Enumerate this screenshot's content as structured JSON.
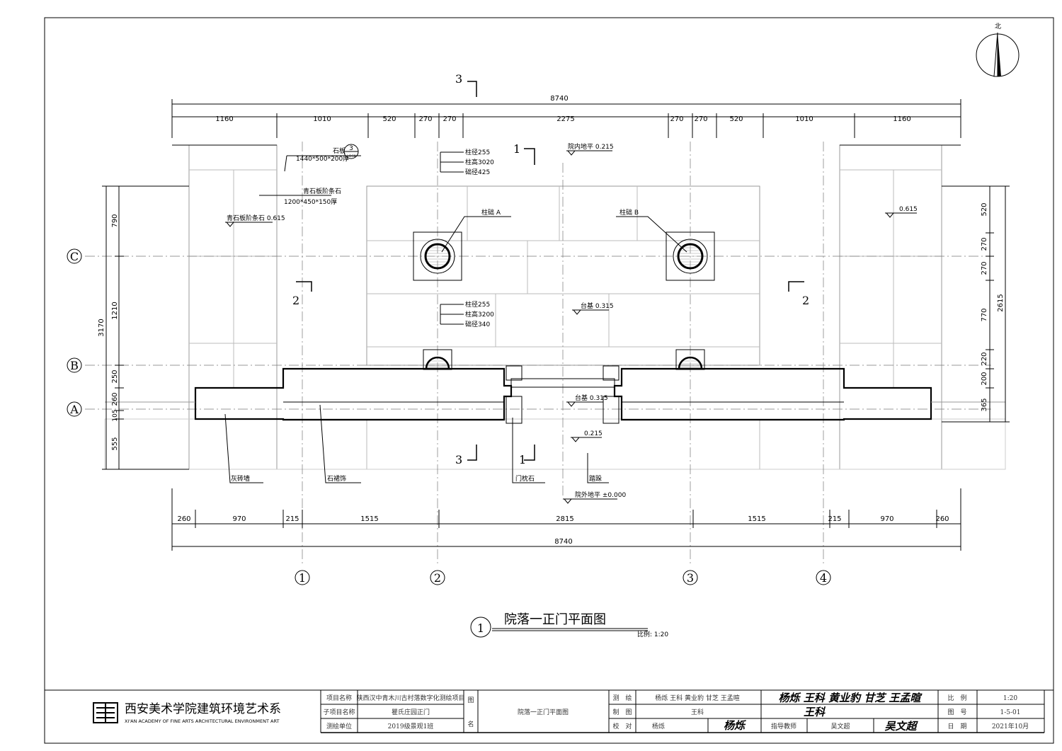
{
  "north_label": "北",
  "drawing": {
    "title_number": "1",
    "title": "院落一正门平面图",
    "scale_note": "比例: 1:20",
    "top_total": "8740",
    "top_segments": [
      "1160",
      "1010",
      "520",
      "270",
      "270",
      "2275",
      "270",
      "270",
      "520",
      "1010",
      "1160"
    ],
    "bottom_segments": [
      "260",
      "970",
      "215",
      "1515",
      "2815",
      "1515",
      "215",
      "970",
      "260"
    ],
    "bottom_total": "8740",
    "left_total": "3170",
    "left_segments": [
      "790",
      "1210",
      "250",
      "260",
      "105",
      "555"
    ],
    "right_total": "2615",
    "right_segments": [
      "520",
      "270",
      "270",
      "770",
      "220",
      "200",
      "365"
    ],
    "axes_columns": [
      "1",
      "2",
      "3",
      "4"
    ],
    "axes_rows": [
      "C",
      "B",
      "A"
    ],
    "section_marks": {
      "s3": "3",
      "s1": "1",
      "s2": "2"
    },
    "annotations": {
      "stone_slab": "石板",
      "stone_slab_ref": "3",
      "stone_slab_ref_sub": "L-8-18",
      "stone_slab_size": "1440*500*200厚",
      "step_stone": "青石板阶条石",
      "step_stone_size": "1200*450*150厚",
      "step_stone_level": "青石板阶条石 0.615",
      "level_right": "0.615",
      "column_a_spec": [
        "柱径255",
        "柱高3020",
        "础径425"
      ],
      "column_b_spec": [
        "柱径255",
        "柱高3200",
        "础径340"
      ],
      "base_a": "柱础 A",
      "base_b": "柱础 B",
      "courtyard_inner": "院内地平 0.215",
      "platform_1": "台基 0.315",
      "platform_2": "台基 0.315",
      "level_0215": "0.215",
      "courtyard_outer": "院外地平 ±0.000",
      "ash_wall": "灰砖墙",
      "stone_skirt": "石裙饰",
      "door_pillow": "门枕石",
      "threshold": "踏跺"
    }
  },
  "title_block": {
    "school_cn": "西安美术学院建筑环境艺术系",
    "school_en": "XI'AN ACADEMY OF FINE ARTS ARCHITECTURAL ENVIRONMENT ART",
    "project_label": "项目名称",
    "project_value": "陕西汉中青木川古村落数字化测绘项目",
    "subproject_label": "子项目名称",
    "subproject_value": "瞿氏庄园正门",
    "unit_label": "测绘单位",
    "unit_value": "2019级景观1班",
    "drawing_name_label_1": "图",
    "drawing_name_label_2": "名",
    "drawing_name_value": "院落一正门平面图",
    "survey_label": "测　绘",
    "survey_value": "杨烁 王科 黄业豹 甘芝 王孟暄",
    "survey_signatures": "杨烁  王科  黄业豹  甘芝  王孟暄",
    "draw_label": "制　图",
    "draw_value": "王科",
    "draw_signature": "王科",
    "check_label": "校　对",
    "check_value": "杨烁",
    "check_signature": "杨烁",
    "advisor_label": "指导教师",
    "advisor_value": "吴文超",
    "advisor_signature": "吴文超",
    "scale_label": "比　例",
    "scale_value": "1:20",
    "number_label": "图　号",
    "number_value": "1-5-01",
    "date_label": "日　期",
    "date_value": "2021年10月"
  }
}
